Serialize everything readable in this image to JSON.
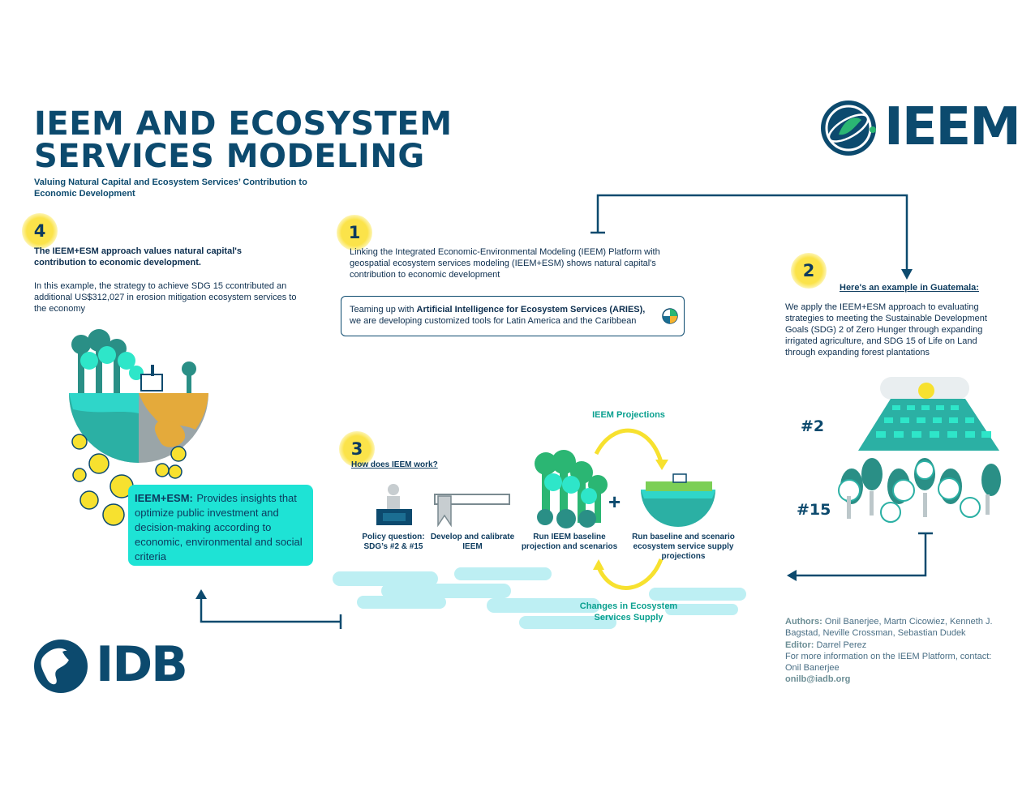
{
  "header": {
    "title_line1": "IEEM AND ECOSYSTEM",
    "title_line2": "SERVICES MODELING",
    "subtitle": "Valuing Natural Capital and Ecosystem Services’ Contribution to Economic Development"
  },
  "logos": {
    "ieem": "IEEM",
    "idb": "IDB"
  },
  "step4": {
    "number": "4",
    "lead": "The IEEM+ESM approach values natural capital's contribution to economic development.",
    "detail": "In this example, the strategy to achieve SDG 15 ccontributed an additional US$312,027 in erosion mitigation ecosystem services to the economy",
    "box_bold": "IEEM+ESM:",
    "box_text": "Provides insights that optimize public investment and decision-making according to economic, environmental and social criteria"
  },
  "step1": {
    "number": "1",
    "text": "Linking the Integrated Economic-Environmental Modeling (IEEM) Platform with geospatial ecosystem services modeling (IEEM+ESM) shows natural capital's contribution to economic development",
    "aries_pre": "Teaming up with ",
    "aries_bold": "Artificial Intelligence for Ecosystem Services (ARIES),",
    "aries_post": "we are developing customized tools for Latin America and the Caribbean"
  },
  "step2": {
    "number": "2",
    "link": "Here's an example in Guatemala:",
    "text": "We apply the IEEM+ESM approach to evaluating strategies to meeting the Sustainable Development Goals (SDG) 2 of Zero Hunger through expanding irrigated agriculture, and SDG 15 of Life on Land through expanding forest plantations",
    "sdg_a": "#2",
    "sdg_b": "#15"
  },
  "step3": {
    "number": "3",
    "link": "How does IEEM work?",
    "policy": "Policy question: SDG’s #2 & #15",
    "calibrate": "Develop and calibrate IEEM",
    "baseline": "Run IEEM baseline projection and scenarios",
    "ecosystem": "Run baseline and scenario ecosystem service supply projections",
    "plus": "+",
    "projections": "IEEM Projections",
    "changes": "Changes in Ecosystem Services Supply"
  },
  "credits": {
    "authors_label": "Authors:",
    "authors": "Onil Banerjee, Martn Cicowiez, Kenneth J. Bagstad, Neville Crossman, Sebastian Dudek",
    "editor_label": "Editor:",
    "editor": "Darrel Perez",
    "info": "For more information on the IEEM Platform, contact: Onil Banerjee",
    "email": "onilb@iadb.org"
  },
  "colors": {
    "navy": "#0c4a6e",
    "teal": "#1ee3d5",
    "yellow": "#fbe34a",
    "green": "#2bb673"
  }
}
